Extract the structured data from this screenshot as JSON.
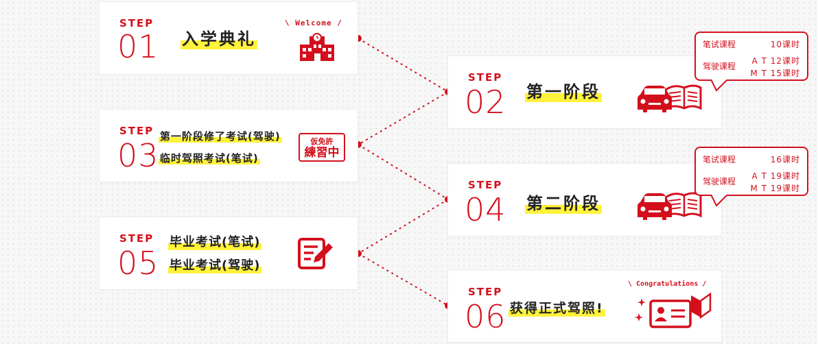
{
  "colors": {
    "accent": "#d40f1c",
    "highlight": "#fff23a",
    "text": "#222222"
  },
  "steps": [
    {
      "label": "STEP",
      "num": "01",
      "title": "入学典礼",
      "deco": "\\ Welcome /",
      "icon": "school-building-icon"
    },
    {
      "label": "STEP",
      "num": "02",
      "title": "第一阶段",
      "icon": "car-and-book-icon",
      "bubble": {
        "row1_key": "笔试课程",
        "row1_val": "10课时",
        "row2_key": "驾驶课程",
        "row2_val_a": "A T 12课时",
        "row2_val_b": "M T 15课时"
      }
    },
    {
      "label": "STEP",
      "num": "03",
      "line1": "第一阶段修了考试(驾驶)",
      "line2": "临时驾照考试(笔试)",
      "stamp_top": "仮免許",
      "stamp_bottom": "練習中"
    },
    {
      "label": "STEP",
      "num": "04",
      "title": "第二阶段",
      "icon": "car-and-book-icon",
      "bubble": {
        "row1_key": "笔试课程",
        "row1_val": "16课时",
        "row2_key": "驾驶课程",
        "row2_val_a": "A T 19课时",
        "row2_val_b": "M T 19课时"
      }
    },
    {
      "label": "STEP",
      "num": "05",
      "line1": "毕业考试(笔试)",
      "line2": "毕业考试(驾驶)",
      "icon": "exam-writing-icon"
    },
    {
      "label": "STEP",
      "num": "06",
      "title": "获得正式驾照!",
      "deco": "\\ Congratulations /",
      "icon": "license-card-icon"
    }
  ]
}
